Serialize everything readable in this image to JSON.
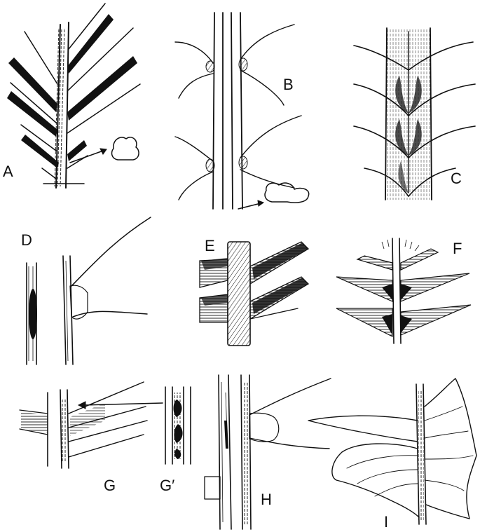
{
  "figure_labels": {
    "a": "A",
    "b": "B",
    "c": "C",
    "d": "D",
    "e": "E",
    "f": "F",
    "g": "G",
    "g_prime": "G′",
    "h": "H",
    "i": "I"
  }
}
